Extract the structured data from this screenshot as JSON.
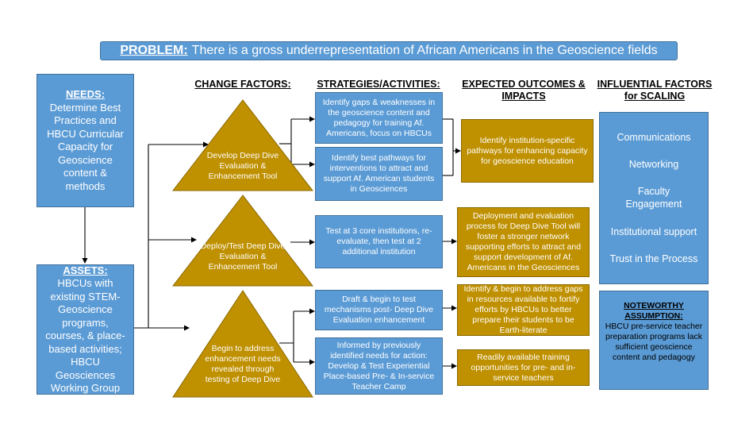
{
  "problem": {
    "label": "PROBLEM:",
    "text": "There is a gross underrepresentation of African Americans in the Geoscience fields"
  },
  "headers": {
    "change_factors": "CHANGE FACTORS:",
    "strategies": "STRATEGIES/ACTIVITIES:",
    "outcomes_line1": "EXPECTED OUTCOMES &",
    "outcomes_line2": "IMPACTS",
    "influential_line1": "INFLUENTIAL FACTORS",
    "influential_line2": "for SCALING"
  },
  "needs": {
    "title": "NEEDS:",
    "text": "Determine Best Practices and HBCU Curricular Capacity for Geoscience content & methods"
  },
  "assets": {
    "title": "ASSETS:",
    "text": "HBCUs with existing STEM-Geoscience programs, courses, & place-based activities; HBCU Geosciences Working Group"
  },
  "change_factors": [
    "Develop Deep Dive Evaluation & Enhancement Tool",
    "Deploy/Test Deep Dive Evaluation & Enhancement Tool",
    "Begin to address enhancement needs revealed through testing of Deep Dive"
  ],
  "strategies": [
    "Identify gaps & weaknesses in the geoscience content and pedagogy for training Af. Americans, focus on HBCUs",
    "Identify best pathways for interventions to attract and support Af. American students in Geosciences",
    "Test at 3 core institutions, re-evaluate, then test at 2 additional institution",
    "Draft & begin to test mechanisms post- Deep Dive Evaluation enhancement",
    "Informed by previously identified needs for action: Develop & Test Experiential Place-based Pre- & In-service Teacher Camp"
  ],
  "outcomes": [
    "Identify institution-specific pathways for enhancing capacity for geoscience education",
    "Deployment and evaluation process for Deep Dive Tool will foster a stronger network supporting efforts to attract and support development of Af. Americans in the Geosciences",
    "Identify & begin to address gaps in resources available to fortify efforts by HBCUs to better prepare their students to be Earth-literate",
    "Readily available training opportunities for pre- and in-service teachers"
  ],
  "scaling_factors": [
    "Communications",
    "Networking",
    "Faculty Engagement",
    "Institutional support",
    "Trust in the Process"
  ],
  "assumption": {
    "title_line1": "NOTEWORTHY",
    "title_line2": "ASSUMPTION:",
    "text": "HBCU pre-service teacher preparation programs lack sufficient geoscience content and pedagogy"
  },
  "colors": {
    "blue_fill": "#5b9bd5",
    "blue_border": "#41719c",
    "gold_fill": "#bf9000"
  }
}
